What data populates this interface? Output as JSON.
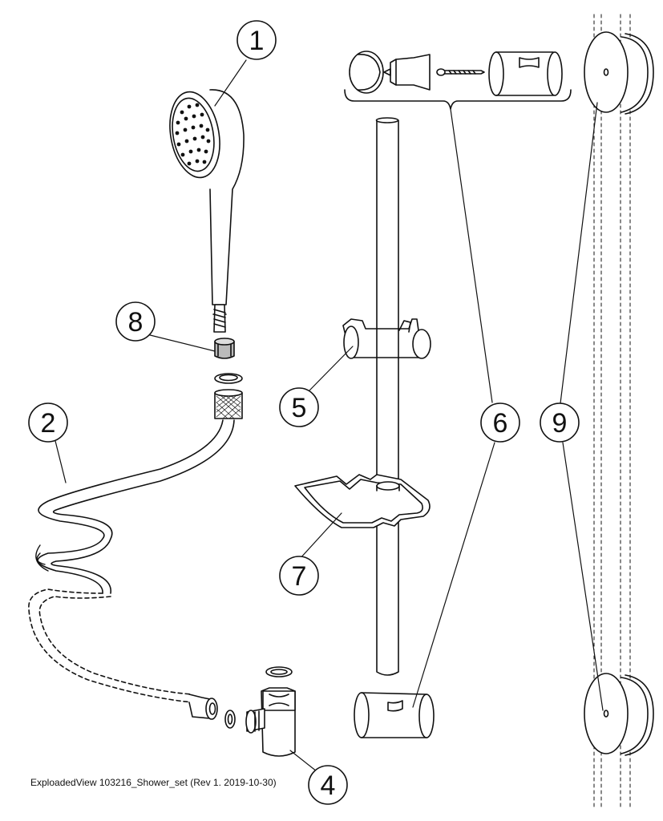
{
  "callouts": [
    {
      "id": "1",
      "label": "1"
    },
    {
      "id": "2",
      "label": "2"
    },
    {
      "id": "4",
      "label": "4"
    },
    {
      "id": "5",
      "label": "5"
    },
    {
      "id": "6",
      "label": "6"
    },
    {
      "id": "7",
      "label": "7"
    },
    {
      "id": "8",
      "label": "8"
    },
    {
      "id": "9",
      "label": "9"
    }
  ],
  "footer": {
    "text": "ExploadedView 103216_Shower_set  (Rev 1. 2019-10-30)"
  },
  "colors": {
    "stroke": "#111111",
    "fill": "#ffffff"
  }
}
